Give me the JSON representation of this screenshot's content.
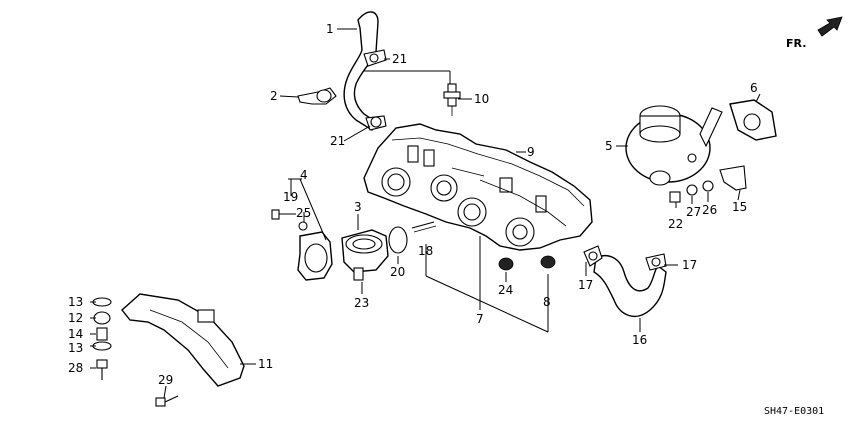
{
  "diagram": {
    "direction_label": "FR.",
    "code": "SH47-E0301",
    "callouts": {
      "c1": "1",
      "c2": "2",
      "c3": "3",
      "c4": "4",
      "c5": "5",
      "c6": "6",
      "c7": "7",
      "c8": "8",
      "c9": "9",
      "c10": "10",
      "c11": "11",
      "c12": "12",
      "c13a": "13",
      "c13b": "13",
      "c14": "14",
      "c15": "15",
      "c16": "16",
      "c17a": "17",
      "c17b": "17",
      "c18": "18",
      "c19": "19",
      "c20": "20",
      "c21a": "21",
      "c21b": "21",
      "c22": "22",
      "c23": "23",
      "c24": "24",
      "c25": "25",
      "c26": "26",
      "c27": "27",
      "c28": "28",
      "c29": "29"
    }
  }
}
